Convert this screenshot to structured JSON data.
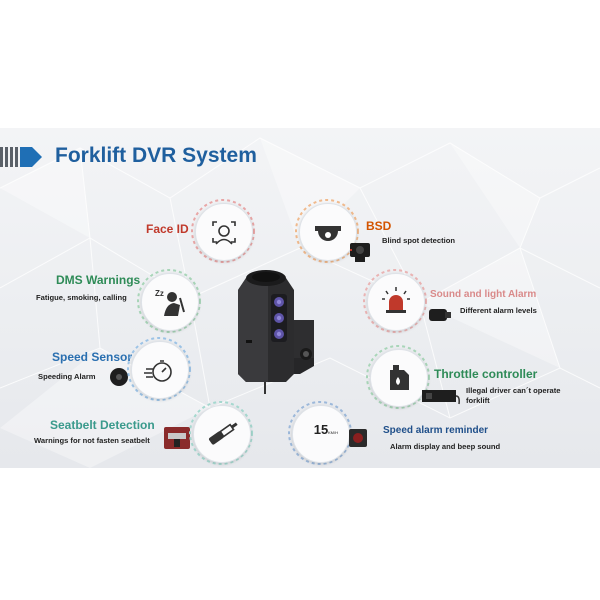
{
  "title": "Forklift DVR System",
  "colors": {
    "title": "#1f5f9e",
    "header_bar_dark": "#5a6068",
    "header_chevron": "#1f6fb5",
    "face_id": "#c0392b",
    "dms": "#2e8b57",
    "speed_sensor": "#2a6fb0",
    "seatbelt": "#3a9a8c",
    "bsd": "#d35400",
    "sound_alarm": "#d98a8a",
    "throttle": "#2e8b57",
    "speed_alarm": "#1f4f8a"
  },
  "features": {
    "face_id": {
      "label": "Face ID",
      "icon": "face-scan-icon"
    },
    "dms": {
      "label": "DMS Warnings",
      "desc": "Fatigue, smoking, calling",
      "icon": "driver-sleeping-icon"
    },
    "speed_sensor": {
      "label": "Speed Sensor",
      "desc": "Speeding Alarm",
      "icon": "stopwatch-icon"
    },
    "seatbelt": {
      "label": "Seatbelt Detection",
      "desc": "Warnings for not fasten seatbelt",
      "icon": "seatbelt-buckle-icon"
    },
    "bsd": {
      "label": "BSD",
      "desc": "Blind spot detection",
      "icon": "dome-camera-icon"
    },
    "sound_alarm": {
      "label": "Sound and light Alarm",
      "desc": "Different alarm levels",
      "icon": "warning-beacon-icon"
    },
    "throttle": {
      "label": "Throttle controller",
      "desc1": "Illegal driver can´t operate",
      "desc2": "forklift",
      "icon": "fuel-canister-icon"
    },
    "speed_alarm": {
      "label": "Speed alarm reminder",
      "desc": "Alarm display and beep sound",
      "value": "15",
      "unit": "KM/H"
    }
  }
}
